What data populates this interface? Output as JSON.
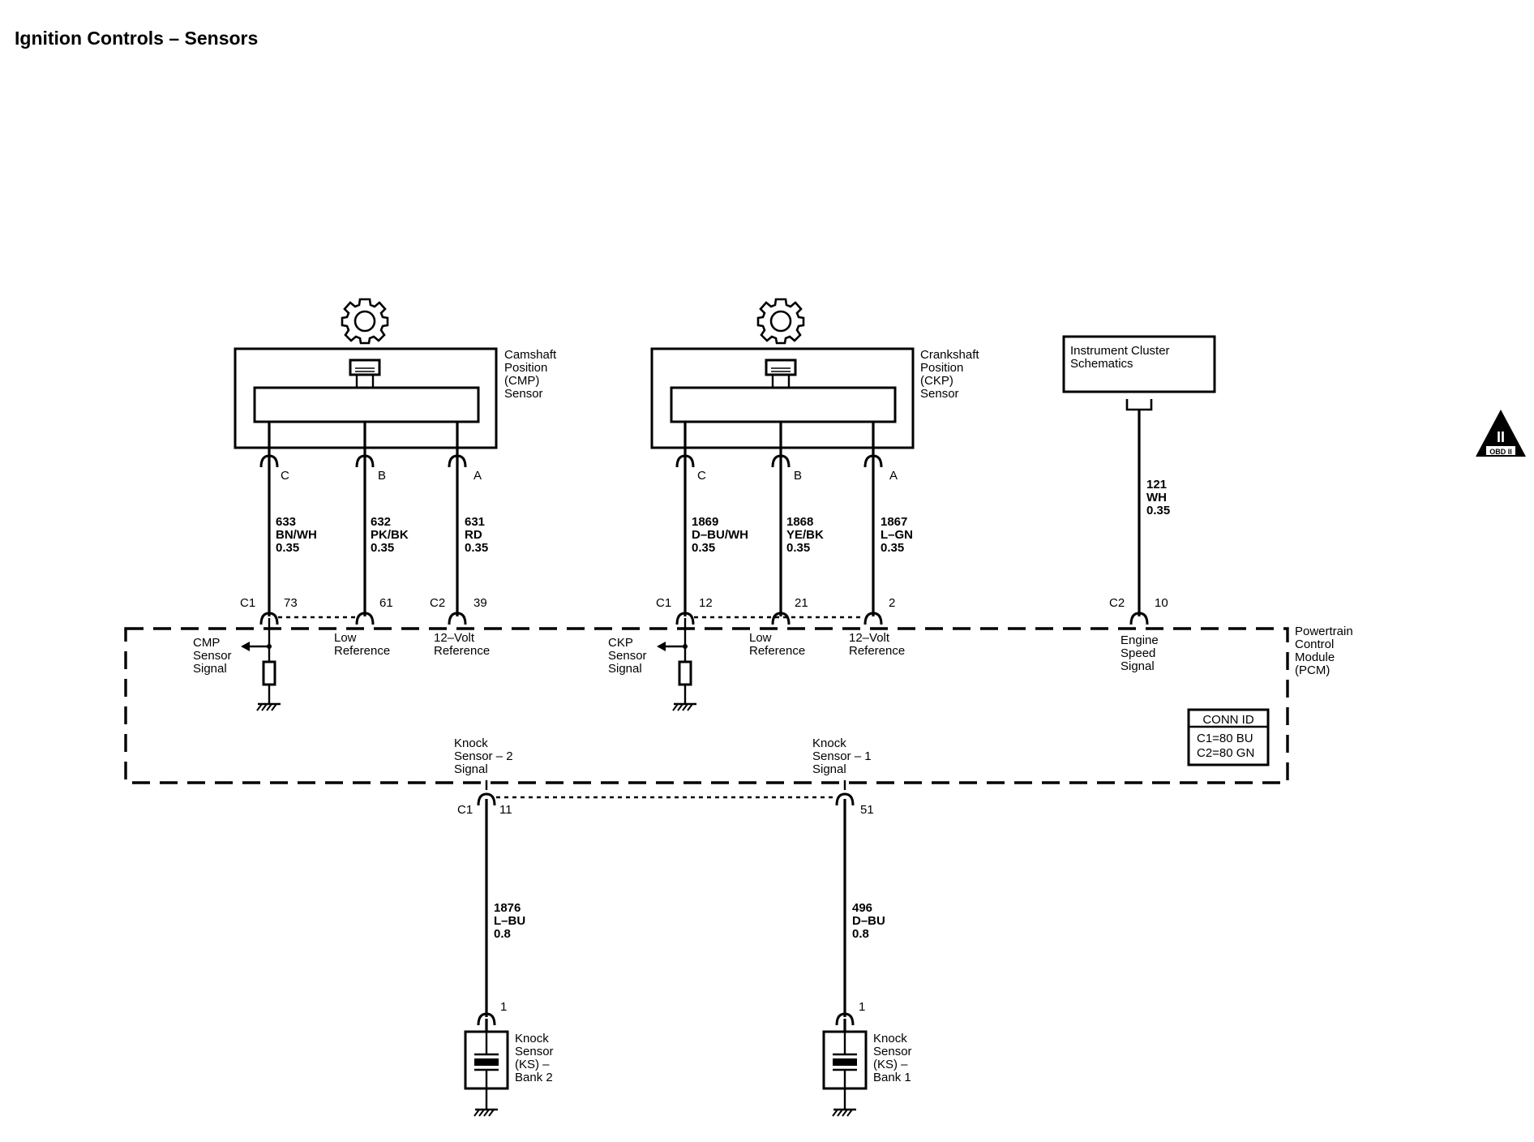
{
  "title": "Ignition Controls – Sensors",
  "icons": {
    "gear": "gear-icon",
    "obd": "obd-ii-triangle-icon",
    "ground": "ground-icon",
    "resistor": "resistor-icon",
    "arrow": "signal-arrow-icon",
    "knock": "knock-sensor-icon"
  },
  "obd_badge": {
    "numeral": "II",
    "label": "OBD II"
  },
  "cmp_sensor": {
    "name": [
      "Camshaft",
      "Position",
      "(CMP)",
      "Sensor"
    ],
    "pins": [
      "C",
      "B",
      "A"
    ],
    "wires": [
      {
        "circuit": "633",
        "color": "BN/WH",
        "gauge": "0.35"
      },
      {
        "circuit": "632",
        "color": "PK/BK",
        "gauge": "0.35"
      },
      {
        "circuit": "631",
        "color": "RD",
        "gauge": "0.35"
      }
    ],
    "pcm_pins": {
      "conn_left": "C1",
      "pin_c": "73",
      "pin_b": "61",
      "conn_right": "C2",
      "pin_a": "39"
    },
    "pcm_labels": {
      "signal": [
        "CMP",
        "Sensor",
        "Signal"
      ],
      "low": [
        "Low",
        "Reference"
      ],
      "ref": [
        "12–Volt",
        "Reference"
      ]
    }
  },
  "ckp_sensor": {
    "name": [
      "Crankshaft",
      "Position",
      "(CKP)",
      "Sensor"
    ],
    "pins": [
      "C",
      "B",
      "A"
    ],
    "wires": [
      {
        "circuit": "1869",
        "color": "D–BU/WH",
        "gauge": "0.35"
      },
      {
        "circuit": "1868",
        "color": "YE/BK",
        "gauge": "0.35"
      },
      {
        "circuit": "1867",
        "color": "L–GN",
        "gauge": "0.35"
      }
    ],
    "pcm_pins": {
      "conn_left": "C1",
      "pin_c": "12",
      "pin_b": "21",
      "pin_a": "2"
    },
    "pcm_labels": {
      "signal": [
        "CKP",
        "Sensor",
        "Signal"
      ],
      "low": [
        "Low",
        "Reference"
      ],
      "ref": [
        "12–Volt",
        "Reference"
      ]
    }
  },
  "instrument_cluster": {
    "name": [
      "Instrument Cluster",
      "Schematics"
    ],
    "wire": {
      "circuit": "121",
      "color": "WH",
      "gauge": "0.35"
    },
    "pcm_pins": {
      "conn": "C2",
      "pin": "10"
    },
    "pcm_label": [
      "Engine",
      "Speed",
      "Signal"
    ]
  },
  "pcm": {
    "name": [
      "Powertrain",
      "Control",
      "Module",
      "(PCM)"
    ],
    "conn_id": {
      "header": "CONN ID",
      "rows": [
        "C1=80 BU",
        "C2=80 GN"
      ]
    }
  },
  "knock_2": {
    "pcm_label": [
      "Knock",
      "Sensor – 2",
      "Signal"
    ],
    "pcm_pins": {
      "conn": "C1",
      "pin": "11"
    },
    "wire": {
      "circuit": "1876",
      "color": "L–BU",
      "gauge": "0.8"
    },
    "sensor_pin": "1",
    "name": [
      "Knock",
      "Sensor",
      "(KS) –",
      "Bank 2"
    ]
  },
  "knock_1": {
    "pcm_label": [
      "Knock",
      "Sensor – 1",
      "Signal"
    ],
    "pcm_pins": {
      "pin": "51"
    },
    "wire": {
      "circuit": "496",
      "color": "D–BU",
      "gauge": "0.8"
    },
    "sensor_pin": "1",
    "name": [
      "Knock",
      "Sensor",
      "(KS) –",
      "Bank 1"
    ]
  }
}
